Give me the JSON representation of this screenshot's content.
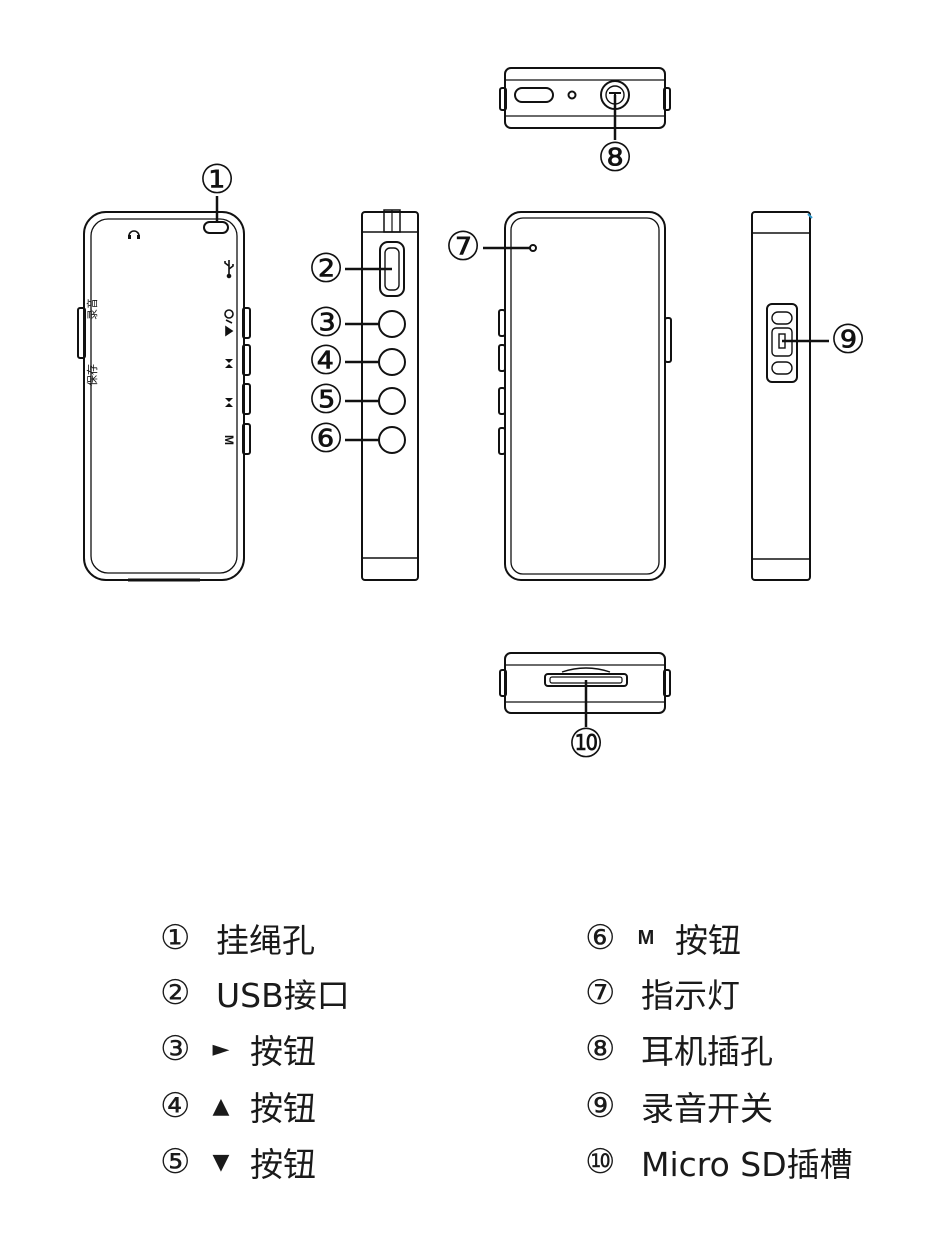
{
  "callouts": [
    "①",
    "②",
    "③",
    "④",
    "⑤",
    "⑥",
    "⑦",
    "⑧",
    "⑨",
    "⑩"
  ],
  "device_labels": {
    "record": "录音",
    "save": "保存",
    "m_button": "M"
  },
  "icons": {
    "headphone": "headphone-icon",
    "usb": "usb-icon",
    "play_power": "play-power-icon",
    "prev": "prev-icon",
    "next": "next-icon"
  },
  "legend": [
    {
      "num": "①",
      "glyph": "",
      "text": "挂绳孔"
    },
    {
      "num": "②",
      "glyph": "",
      "text": "USB接口"
    },
    {
      "num": "③",
      "glyph": "►",
      "text": "按钮"
    },
    {
      "num": "④",
      "glyph": "▲",
      "text": "按钮"
    },
    {
      "num": "⑤",
      "glyph": "▼",
      "text": "按钮"
    },
    {
      "num": "⑥",
      "glyph": "M",
      "text": "按钮"
    },
    {
      "num": "⑦",
      "glyph": "",
      "text": "指示灯"
    },
    {
      "num": "⑧",
      "glyph": "",
      "text": "耳机插孔"
    },
    {
      "num": "⑨",
      "glyph": "",
      "text": "录音开关"
    },
    {
      "num": "⑩",
      "glyph": "",
      "text": "Micro SD插槽"
    }
  ]
}
